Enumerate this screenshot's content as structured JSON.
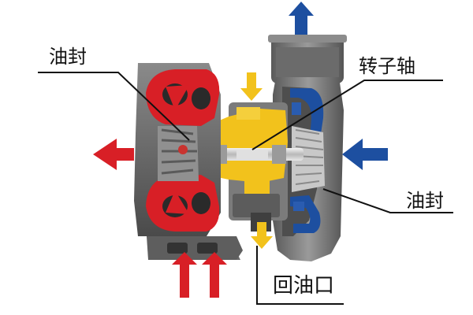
{
  "labels": {
    "oil_seal_left": "油封",
    "rotor_shaft": "转子轴",
    "oil_seal_right": "油封",
    "oil_return": "回油口"
  },
  "colors": {
    "exhaust_red": "#d81f26",
    "intake_blue": "#1d4fa0",
    "oil_yellow": "#f2c21c",
    "casing_grey": "#7a7a7a",
    "casing_dark": "#4a4a4a"
  }
}
